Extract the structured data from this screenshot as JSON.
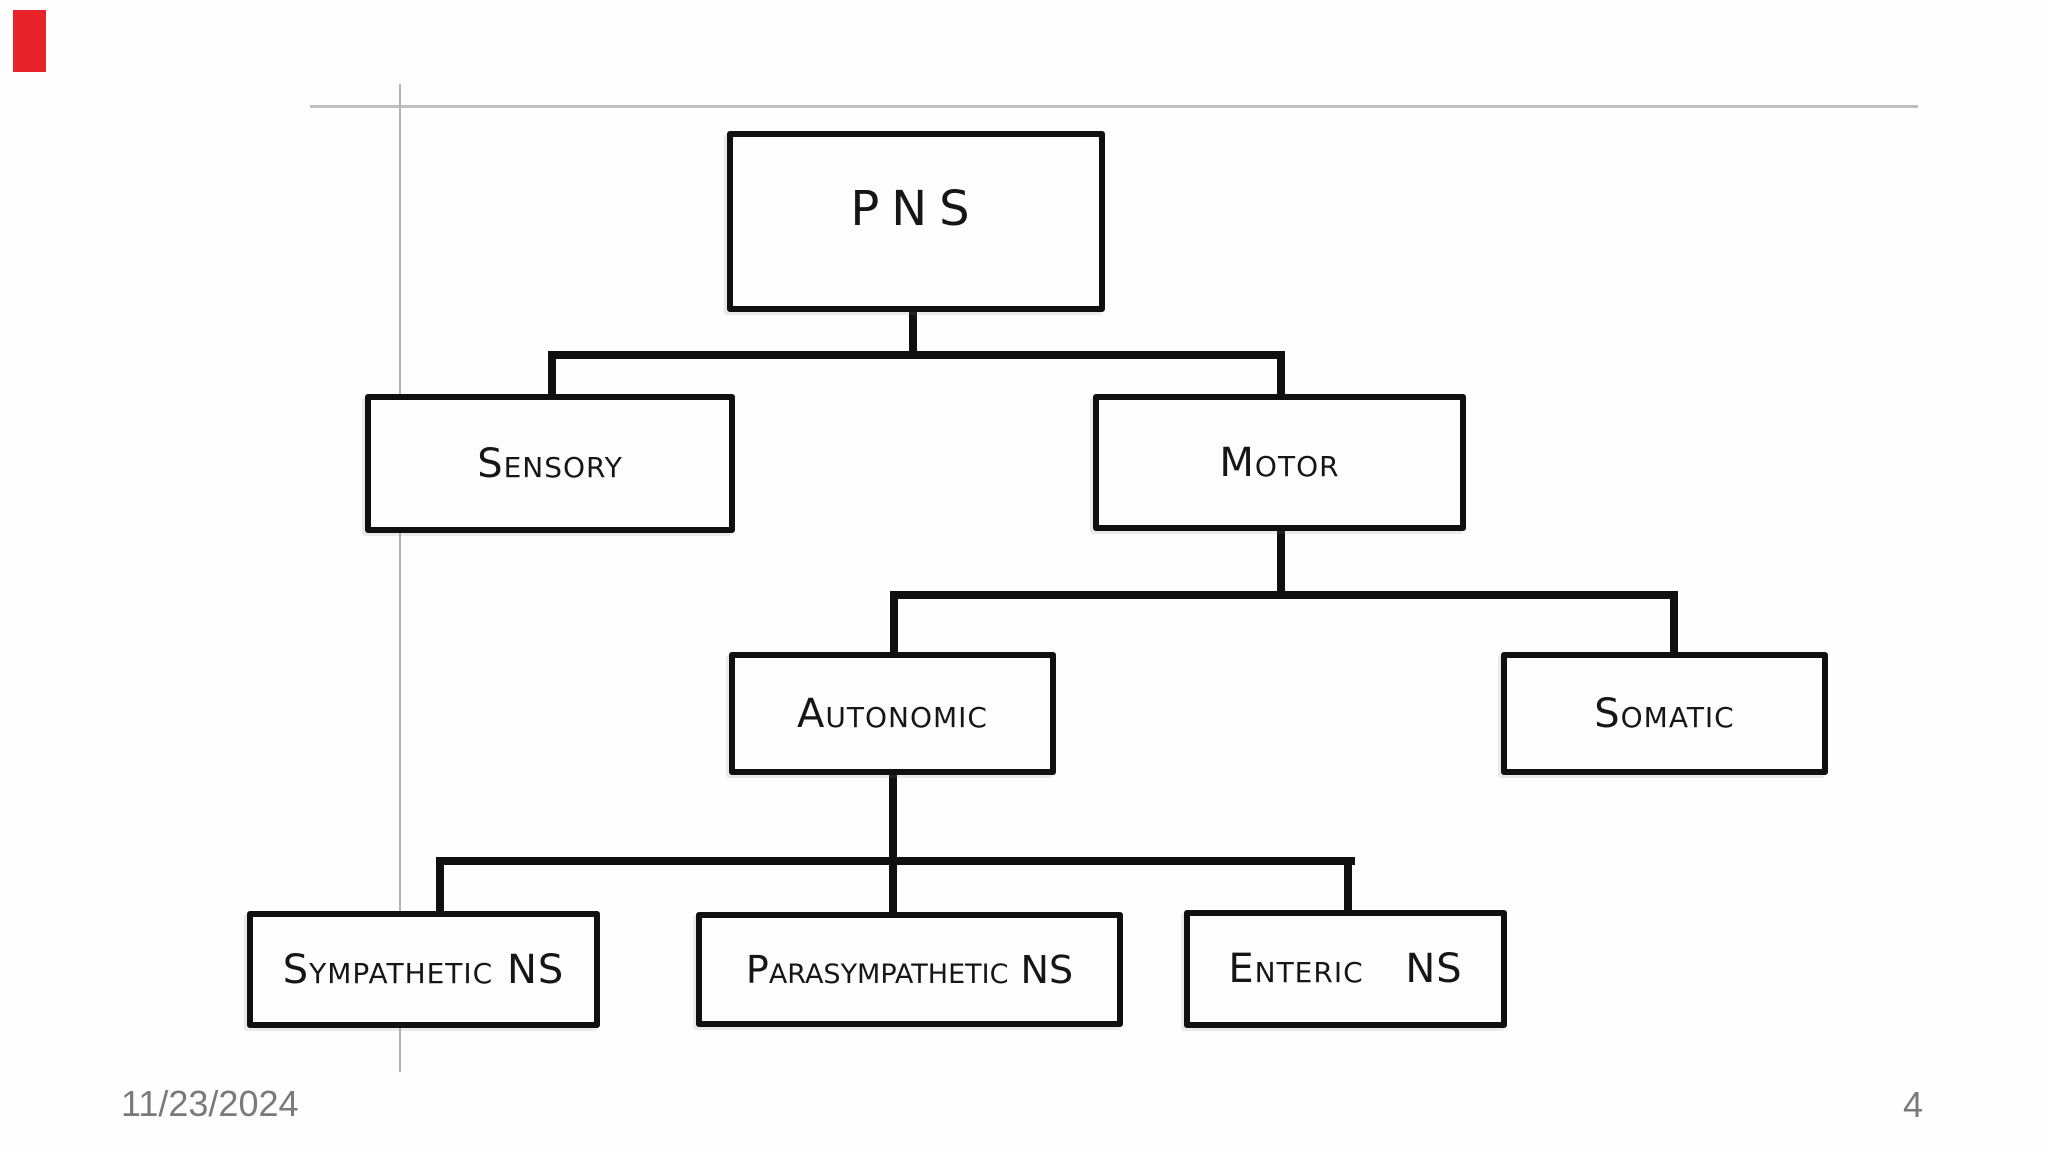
{
  "slide": {
    "date": "11/23/2024",
    "page_number": "4"
  },
  "diagram": {
    "nodes": {
      "pns": {
        "label": "PNS"
      },
      "sensory": {
        "label": "Sensory"
      },
      "motor": {
        "label": "Motor"
      },
      "autonomic": {
        "label": "Autonomic"
      },
      "somatic": {
        "label": "Somatic"
      },
      "sympathetic": {
        "label": "Sympathetic NS"
      },
      "parasympathetic": {
        "label": "Parasympathetic NS"
      },
      "enteric": {
        "label": "Enteric NS"
      }
    },
    "edges": [
      {
        "from": "PNS",
        "to": "Sensory"
      },
      {
        "from": "PNS",
        "to": "Motor"
      },
      {
        "from": "Motor",
        "to": "Autonomic"
      },
      {
        "from": "Motor",
        "to": "Somatic"
      },
      {
        "from": "Autonomic",
        "to": "Sympathetic NS"
      },
      {
        "from": "Autonomic",
        "to": "Parasympathetic NS"
      },
      {
        "from": "Autonomic",
        "to": "Enteric NS"
      }
    ]
  },
  "colors": {
    "marker_red": "#e8232a",
    "diagram_ink": "#101010",
    "guide_gray": "#bdbdbd",
    "footer_gray": "#7a7a7a"
  }
}
